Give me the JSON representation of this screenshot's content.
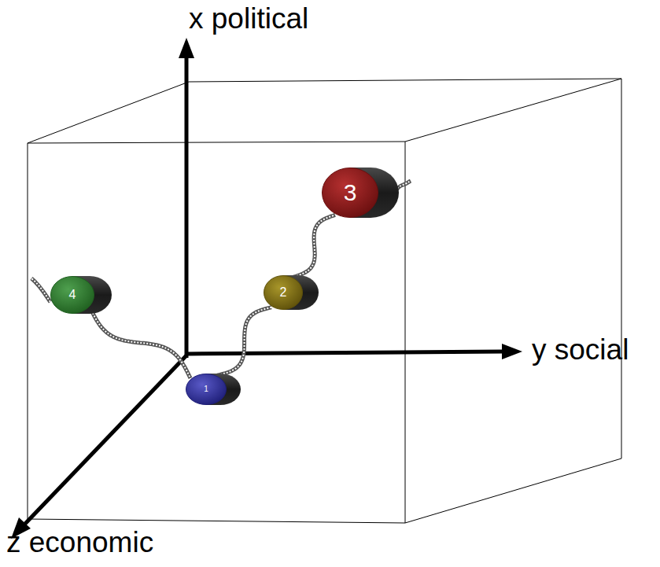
{
  "diagram": {
    "nodes": [
      {
        "text": [
          "1"
        ]
      },
      {
        "text": [
          "2"
        ]
      },
      {
        "text": [
          "3"
        ]
      },
      {
        "text": [
          "4"
        ]
      }
    ],
    "edges": [
      {
        "from": 0,
        "to": 1,
        "arrow": "none"
      },
      {
        "from": 1,
        "to": 2,
        "arrow": "none"
      },
      {
        "from": 3,
        "to": 0,
        "arrow": "none"
      }
    ],
    "labels": [
      "x political",
      "y social",
      "z economic"
    ]
  }
}
